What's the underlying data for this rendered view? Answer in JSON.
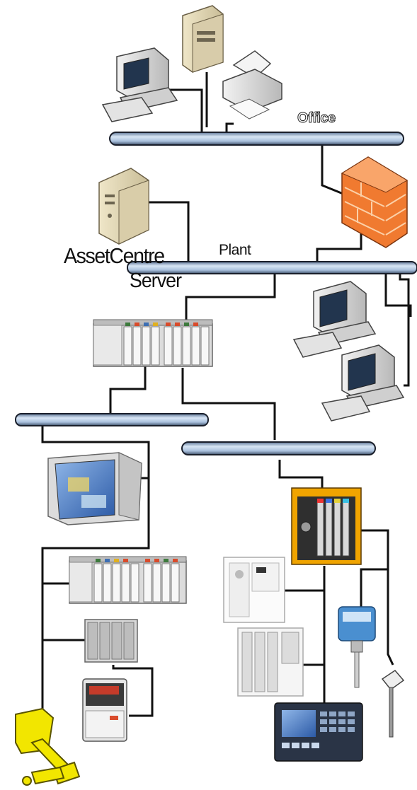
{
  "labels": {
    "office": "Office",
    "plant": "Plant",
    "server_line1": "AssetCentre",
    "server_line2": "Server"
  },
  "colors": {
    "bus_fill": "#b9cde6",
    "bus_edge": "#1a1f2b",
    "cable": "#111111",
    "firewall": "#f07a30",
    "robot": "#f2e600",
    "sensor": "#4a8fd0"
  },
  "icons": [
    "office-tower-server-icon",
    "office-workstation-icon",
    "printer-icon",
    "firewall-icon",
    "assetcentre-server-icon",
    "plant-workstation-icon",
    "plant-workstation-icon",
    "plant-controller-icon",
    "hmi-panel-icon",
    "controllogix-rack-icon",
    "compact-io-icon",
    "powerflex-drive-icon",
    "robot-arm-icon",
    "fieldbus-io-icon",
    "safety-relay-icon",
    "motion-controller-icon",
    "operator-terminal-icon",
    "level-sensor-icon",
    "temperature-probe-icon"
  ]
}
